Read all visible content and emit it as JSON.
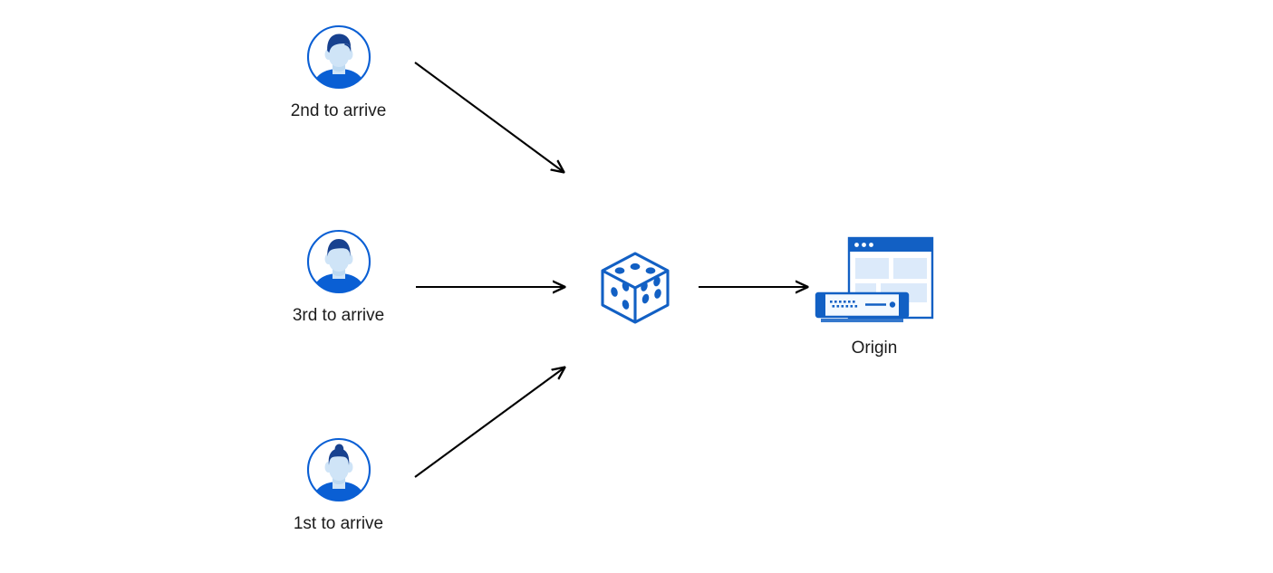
{
  "diagram": {
    "type": "flow-diagram",
    "background_color": "#ffffff",
    "arrow_color": "#000000",
    "accent_blue": "#0a5fd4",
    "dark_blue": "#17418f",
    "light_blue": "#cfe4f7",
    "pale_blue": "#e3eefb",
    "nodes": [
      {
        "id": "person-2nd",
        "icon": "user-avatar-icon",
        "label": "2nd to arrive"
      },
      {
        "id": "person-3rd",
        "icon": "user-avatar-icon",
        "label": "3rd to arrive"
      },
      {
        "id": "person-1st",
        "icon": "user-avatar-icon",
        "label": "1st to arrive"
      },
      {
        "id": "randomizer",
        "icon": "dice-icon",
        "label": ""
      },
      {
        "id": "origin",
        "icon": "origin-server-icon",
        "label": "Origin"
      }
    ],
    "connections": [
      {
        "id": "edge-2nd-to-dice",
        "from": "person-2nd",
        "to": "randomizer",
        "style": "arrow"
      },
      {
        "id": "edge-3rd-to-dice",
        "from": "person-3rd",
        "to": "randomizer",
        "style": "arrow"
      },
      {
        "id": "edge-1st-to-dice",
        "from": "person-1st",
        "to": "randomizer",
        "style": "arrow"
      },
      {
        "id": "edge-dice-to-origin",
        "from": "randomizer",
        "to": "origin",
        "style": "arrow"
      }
    ]
  }
}
